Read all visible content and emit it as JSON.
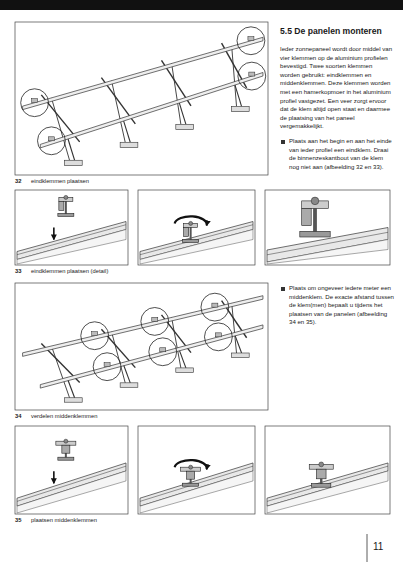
{
  "diagram": {
    "title": "5.5 De panelen monteren",
    "labels": [
      "Ieder zonnepaneel wordt door middel van vier klemmen op de aluminium profielen bevestigd. Twee soorten klemmen worden gebruikt: eindklemmen en middenklemmen. Deze klemmen worden met een hamerkopmoer in het aluminium profiel vastgezet. Een veer zorgt ervoor dat de klem altijd open staat en daarmee de plaatsing van het paneel vergemakkelijkt.",
      "Plaats aan het begin en aan het einde van ieder profiel een eindklem. Draai de binnenzeskantbout van de klem nog niet aan (afbeelding 32 en 33).",
      "32",
      "eindklemmen plaatsen",
      "33",
      "eindklemmen plaatsen (detail)",
      "Plaats om ongeveer iedere meter een middenklem. De exacte afstand tussen de klem(men) bepaalt u tijdens het plaatsen van de panelen (afbeelding 34 en 35).",
      "34",
      "verdelen middenklemmen",
      "35",
      "plaatsen middenklemmen",
      "11"
    ]
  }
}
